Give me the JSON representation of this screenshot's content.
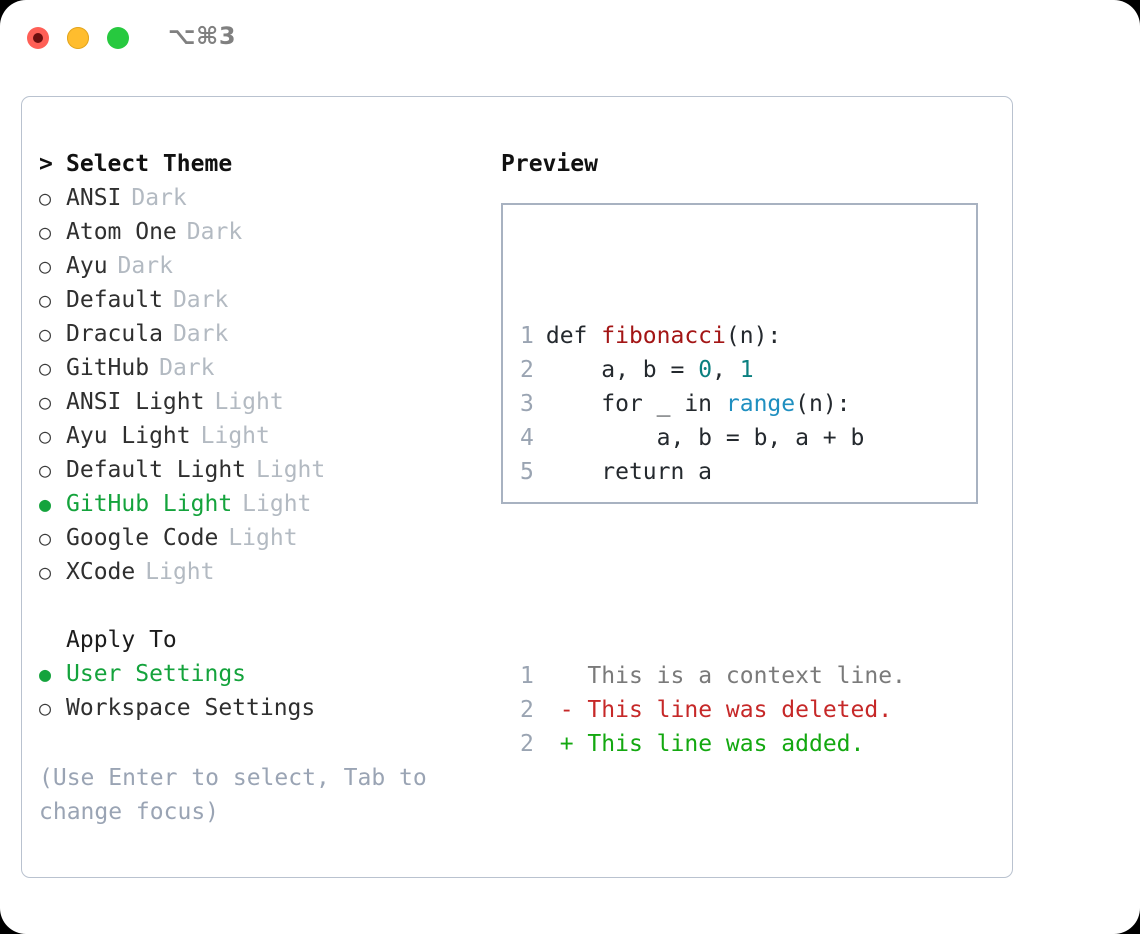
{
  "window": {
    "shortcut": "⌥⌘3",
    "traffic_lights": [
      {
        "name": "close-button",
        "color": "#ff5f56"
      },
      {
        "name": "minimize-button",
        "color": "#ffbd2e"
      },
      {
        "name": "zoom-button",
        "color": "#27c93f"
      }
    ]
  },
  "colors": {
    "selected_green": "#14a33c",
    "tag_gray": "#b3bac2",
    "hint_gray": "#9aa4b4",
    "panel_border": "#b9c2cf",
    "preview_border": "#a8b2c1",
    "diff_add": "#13a810",
    "diff_del": "#c62828",
    "syntax_function": "#a31515",
    "syntax_number": "#0b8080",
    "syntax_call": "#1f8fc0"
  },
  "theme_list": {
    "header_marker": ">",
    "header": "Select Theme",
    "radio_unselected": "○",
    "radio_selected": "●",
    "items": [
      {
        "name": "ANSI",
        "tag": "Dark",
        "selected": false
      },
      {
        "name": "Atom One",
        "tag": "Dark",
        "selected": false
      },
      {
        "name": "Ayu",
        "tag": "Dark",
        "selected": false
      },
      {
        "name": "Default",
        "tag": "Dark",
        "selected": false
      },
      {
        "name": "Dracula",
        "tag": "Dark",
        "selected": false
      },
      {
        "name": "GitHub",
        "tag": "Dark",
        "selected": false
      },
      {
        "name": "ANSI Light",
        "tag": "Light",
        "selected": false
      },
      {
        "name": "Ayu Light",
        "tag": "Light",
        "selected": false
      },
      {
        "name": "Default Light",
        "tag": "Light",
        "selected": false
      },
      {
        "name": "GitHub Light",
        "tag": "Light",
        "selected": true
      },
      {
        "name": "Google Code",
        "tag": "Light",
        "selected": false
      },
      {
        "name": "XCode",
        "tag": "Light",
        "selected": false
      }
    ]
  },
  "apply_to": {
    "label": "Apply To",
    "options": [
      {
        "name": "User Settings",
        "selected": true
      },
      {
        "name": "Workspace Settings",
        "selected": false
      }
    ]
  },
  "hint": "(Use Enter to select, Tab to change focus)",
  "preview": {
    "title": "Preview",
    "code_lines": [
      {
        "number": "1",
        "segments": [
          {
            "text": "def ",
            "kind": "plain"
          },
          {
            "text": "fibonacci",
            "kind": "function"
          },
          {
            "text": "(n):",
            "kind": "plain"
          }
        ]
      },
      {
        "number": "2",
        "segments": [
          {
            "text": "    a, b = ",
            "kind": "plain"
          },
          {
            "text": "0",
            "kind": "number"
          },
          {
            "text": ", ",
            "kind": "plain"
          },
          {
            "text": "1",
            "kind": "number"
          }
        ]
      },
      {
        "number": "3",
        "segments": [
          {
            "text": "    for _ in ",
            "kind": "plain"
          },
          {
            "text": "range",
            "kind": "call"
          },
          {
            "text": "(n):",
            "kind": "plain"
          }
        ]
      },
      {
        "number": "4",
        "segments": [
          {
            "text": "        a, b = b, a + b",
            "kind": "plain"
          }
        ]
      },
      {
        "number": "5",
        "segments": [
          {
            "text": "    return a",
            "kind": "plain"
          }
        ]
      }
    ],
    "diff_lines": [
      {
        "number": "1",
        "marker": " ",
        "text": "This is a context line.",
        "kind": "context"
      },
      {
        "number": "2",
        "marker": "-",
        "text": "This line was deleted.",
        "kind": "deleted"
      },
      {
        "number": "2",
        "marker": "+",
        "text": "This line was added.",
        "kind": "added"
      }
    ]
  }
}
